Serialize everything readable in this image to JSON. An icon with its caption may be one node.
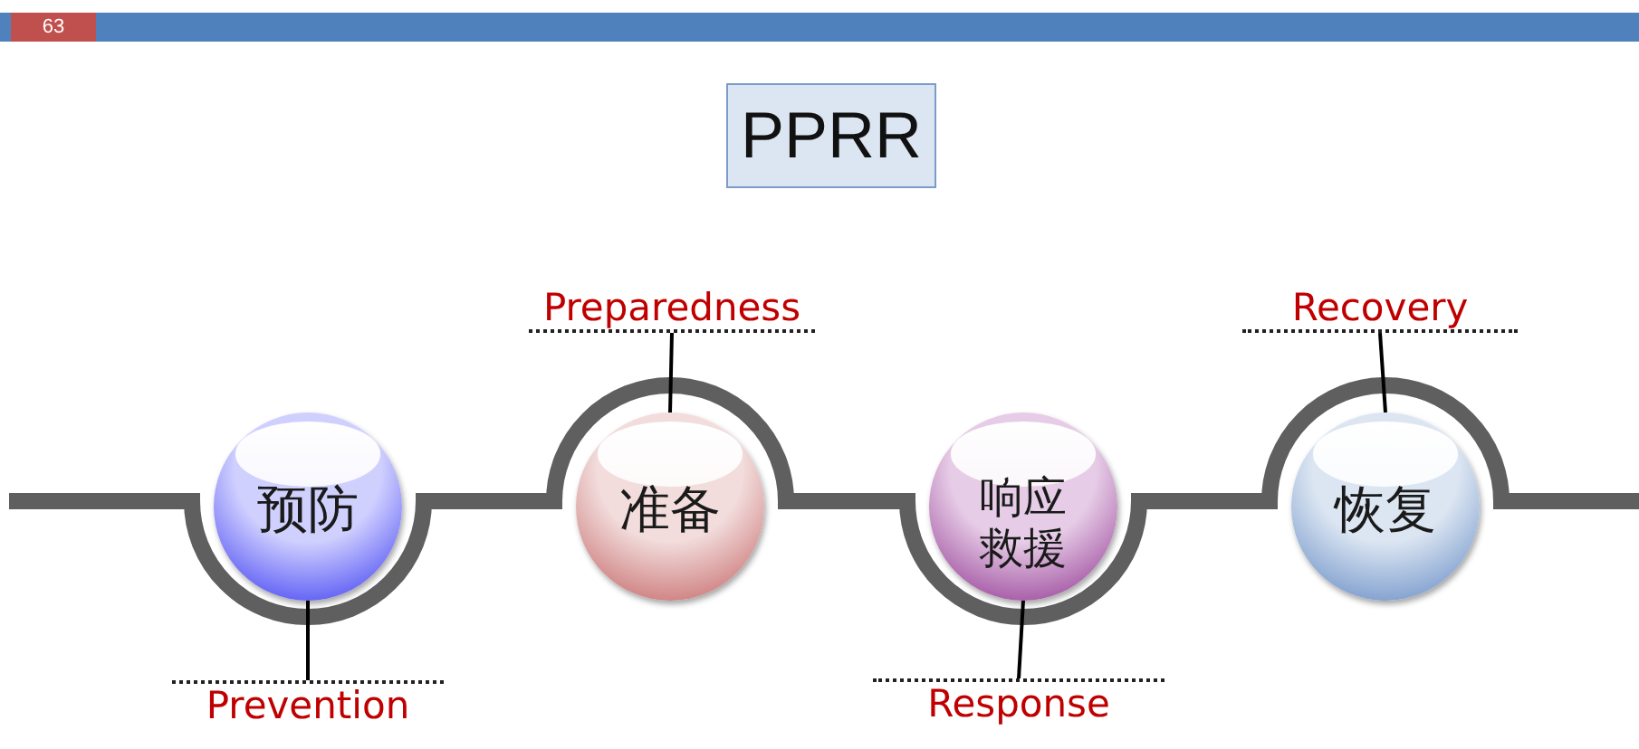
{
  "diagram": {
    "title": "PPRR",
    "nodes": [
      {
        "text": [
          "预防"
        ]
      },
      {
        "text": [
          "准备"
        ]
      },
      {
        "text": [
          "响应救援"
        ]
      },
      {
        "text": [
          "恢复"
        ]
      },
      {
        "text": [
          "Prevention"
        ]
      },
      {
        "text": [
          "Preparedness"
        ]
      },
      {
        "text": [
          "Response"
        ]
      },
      {
        "text": [
          "Recovery"
        ]
      }
    ],
    "edges": [
      {
        "from": 4,
        "to": 0,
        "arrow": "none"
      },
      {
        "from": 5,
        "to": 1,
        "arrow": "none"
      },
      {
        "from": 6,
        "to": 2,
        "arrow": "none"
      },
      {
        "from": 7,
        "to": 3,
        "arrow": "none"
      }
    ],
    "labels": [
      "63"
    ]
  }
}
